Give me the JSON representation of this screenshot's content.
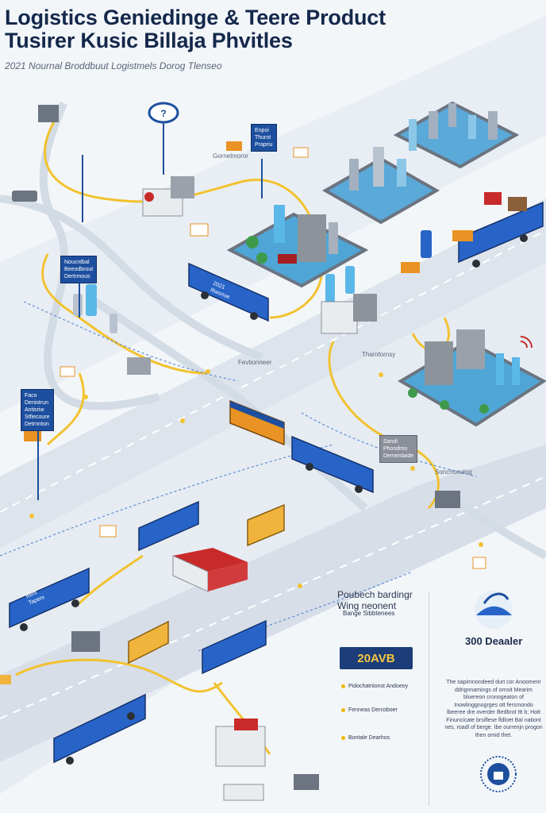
{
  "header": {
    "title_line1": "Logistics Geniedinge & Teere Product",
    "title_line2": "Tusirer Kusic Billaja Phvitles",
    "subtitle": "2021 Nournal Broddbuut Logistmels Dorog Tlenseo"
  },
  "signs": {
    "top_left_sign": "Noucntbal\nBeeodbrout\nDertrmous",
    "center_sign": "Enpoi\nThurot\nPrapriu",
    "left_mid_sign": "Faco\nDenistrun\nAntisriw\nStfiecoure\nDetrnnton",
    "right_sign": "Saroli\nPhondroo\nDemerdaide",
    "truck_badge_1": "2021\nRwonoe",
    "truck_badge_2": "Bent\nTapers"
  },
  "callouts": {
    "c1": "Gornelmoror",
    "c2": "Thamfornsy",
    "c3": "Sonchonolog",
    "c4": "Fevtionneer"
  },
  "panel": {
    "heading": "Poubech bardingr Wing neonent",
    "subheading": "Bange Sibbtenees",
    "badge": "20AVB",
    "dealer_title": "300 Deaaler",
    "paragraph": "The sapimnondeed durt cor Anoomenr ddrignnamings of ornsit Mearim bluereon cronogeaton of Inowlinggnogrges ott fersmondo lbeeree dre overder Bedbrot ttt b; Hott Finuncicate brsiflese fldloet Bal nationt nes, roadl of berge. Ibe ourrenjn progon then omid thet.",
    "bullets": [
      "Pidochatriionst Andoeoy",
      "Fenneas Dercoboer",
      "Bontale Dearhos"
    ]
  },
  "colors": {
    "title": "#14284b",
    "road": "#e2e7ee",
    "route": "#f2c230",
    "truck_blue": "#2864c8",
    "accent": "#1d4f9e"
  }
}
